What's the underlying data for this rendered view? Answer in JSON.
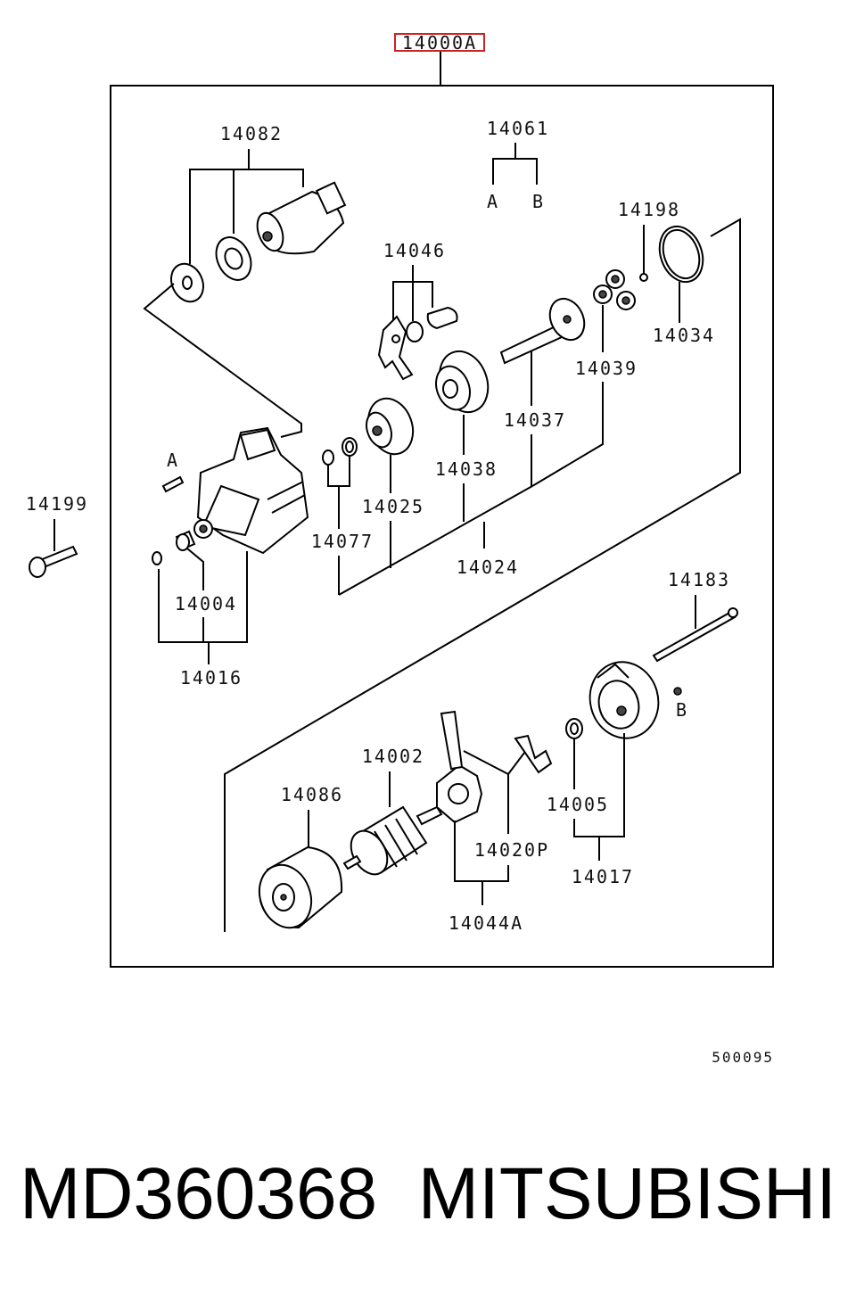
{
  "diagram": {
    "assembly_label": "14000A",
    "assembly_highlight_color": "#cc2222",
    "drawing_code": "500095",
    "parts": [
      {
        "id": "p14082",
        "label": "14082"
      },
      {
        "id": "p14061",
        "label": "14061"
      },
      {
        "id": "p14061a",
        "label": "A"
      },
      {
        "id": "p14061b",
        "label": "B"
      },
      {
        "id": "p14198",
        "label": "14198"
      },
      {
        "id": "p14046",
        "label": "14046"
      },
      {
        "id": "p14034",
        "label": "14034"
      },
      {
        "id": "p14039",
        "label": "14039"
      },
      {
        "id": "p14037",
        "label": "14037"
      },
      {
        "id": "p14038",
        "label": "14038"
      },
      {
        "id": "p14025",
        "label": "14025"
      },
      {
        "id": "p14077",
        "label": "14077"
      },
      {
        "id": "p14024",
        "label": "14024"
      },
      {
        "id": "p14199",
        "label": "14199"
      },
      {
        "id": "p14004",
        "label": "14004"
      },
      {
        "id": "p14016",
        "label": "14016"
      },
      {
        "id": "p14183",
        "label": "14183"
      },
      {
        "id": "p14002",
        "label": "14002"
      },
      {
        "id": "p14086",
        "label": "14086"
      },
      {
        "id": "p14005",
        "label": "14005"
      },
      {
        "id": "p14020P",
        "label": "14020P"
      },
      {
        "id": "p14017",
        "label": "14017"
      },
      {
        "id": "p14044A",
        "label": "14044A"
      },
      {
        "id": "screwA",
        "label": "A"
      },
      {
        "id": "screwB",
        "label": "B"
      }
    ]
  },
  "caption": {
    "part_number": "MD360368",
    "brand": "MITSUBISHI"
  }
}
